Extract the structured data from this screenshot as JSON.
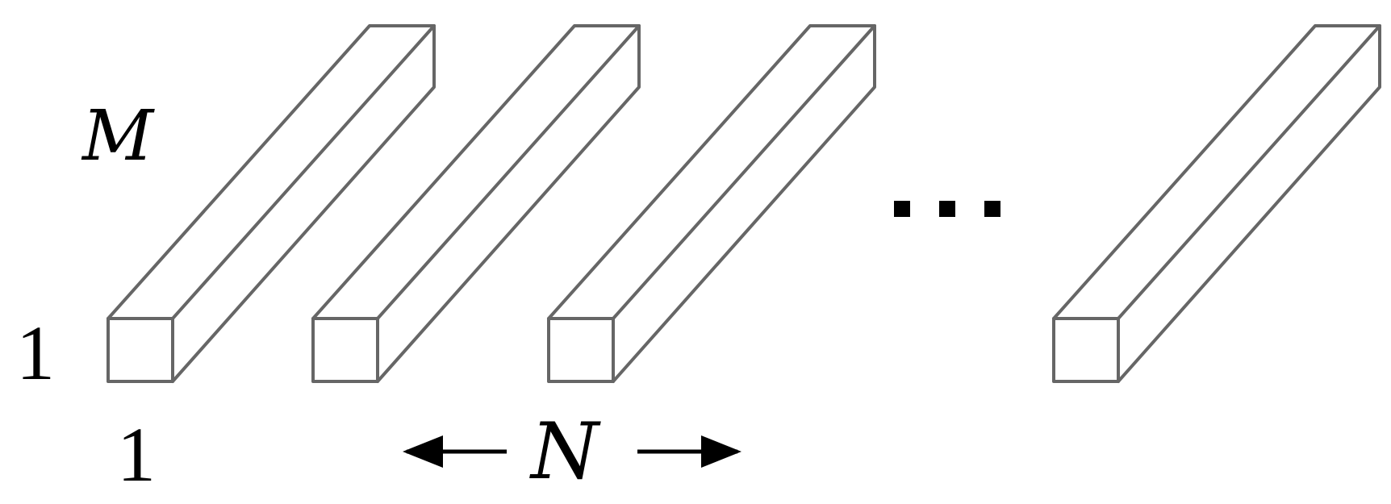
{
  "labels": {
    "depth_symbol": "M",
    "height_symbol": "1",
    "width_symbol": "1",
    "count_symbol": "N"
  },
  "ellipsis": "...",
  "colors": {
    "edge": "#666666",
    "text": "#000000",
    "background": "#ffffff"
  }
}
